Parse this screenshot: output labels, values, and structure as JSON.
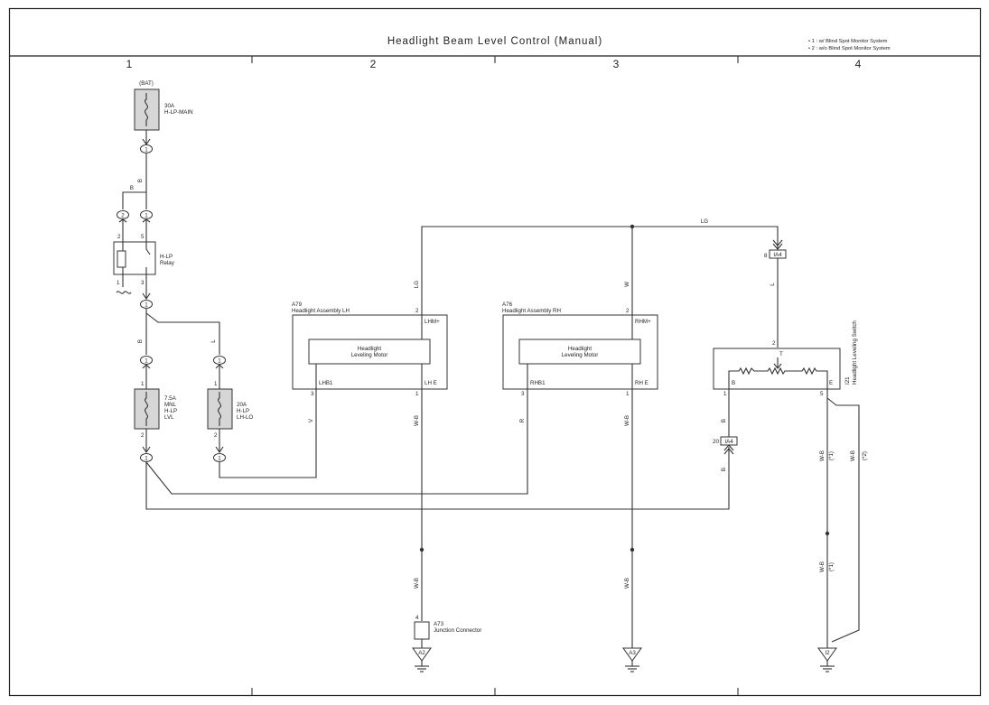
{
  "title": "Headlight Beam Level Control (Manual)",
  "notes": [
    "• 1 : w/ Blind Spot Monitor System",
    "• 2 : w/o Blind Spot Monitor System"
  ],
  "columns": [
    "1",
    "2",
    "3",
    "4"
  ],
  "fuses": {
    "bat_label": "(BAT)",
    "main": {
      "rating": "30A",
      "name": "H-LP-MAIN"
    },
    "lvl": {
      "rating": "7.5A",
      "name1": "MNL",
      "name2": "H-LP",
      "name3": "LVL",
      "pin_top": "1",
      "pin_bottom": "2"
    },
    "lo": {
      "rating": "20A",
      "name1": "H-LP",
      "name2": "LH-LO",
      "pin_top": "1",
      "pin_bottom": "2"
    }
  },
  "relay": {
    "name1": "H-LP",
    "name2": "Relay",
    "pins": {
      "tl": "2",
      "tr": "5",
      "bl": "1",
      "br": "3"
    }
  },
  "connector_one": "1",
  "connector_two": "2",
  "wire_colors": {
    "b": "B",
    "lg": "LG",
    "l": "L",
    "w": "W",
    "v": "V",
    "r": "R",
    "wb": "W-B"
  },
  "star1": "(*1)",
  "star2": "(*2)",
  "lh": {
    "id": "A79",
    "name": "Headlight Assembly LH",
    "motor1": "Headlight",
    "motor2": "Leveling Motor",
    "pin_plus": "2",
    "plus_label": "LHM+",
    "lhb1": "LHB1",
    "lhe": "LH E",
    "pin_3": "3",
    "pin_1": "1"
  },
  "rh": {
    "id": "A76",
    "name": "Headlight Assembly RH",
    "motor1": "Headlight",
    "motor2": "Leveling Motor",
    "pin_plus": "2",
    "plus_label": "RHM+",
    "rhb1": "RHB1",
    "rhe": "RH E",
    "pin_3": "3",
    "pin_1": "1"
  },
  "switch": {
    "id": "I21",
    "name": "Headlight Leveling Switch",
    "t": "T",
    "b": "B",
    "e": "E",
    "pin_t": "2",
    "pin_b": "1",
    "pin_e": "5"
  },
  "ia4_top": {
    "pin": "8",
    "label": "IA4"
  },
  "ia4_bottom": {
    "pin": "20",
    "label": "IA4"
  },
  "junction": {
    "pin": "4",
    "id": "A73",
    "name": "Junction Connector"
  },
  "grounds": [
    "A2",
    "A3",
    "I2"
  ]
}
